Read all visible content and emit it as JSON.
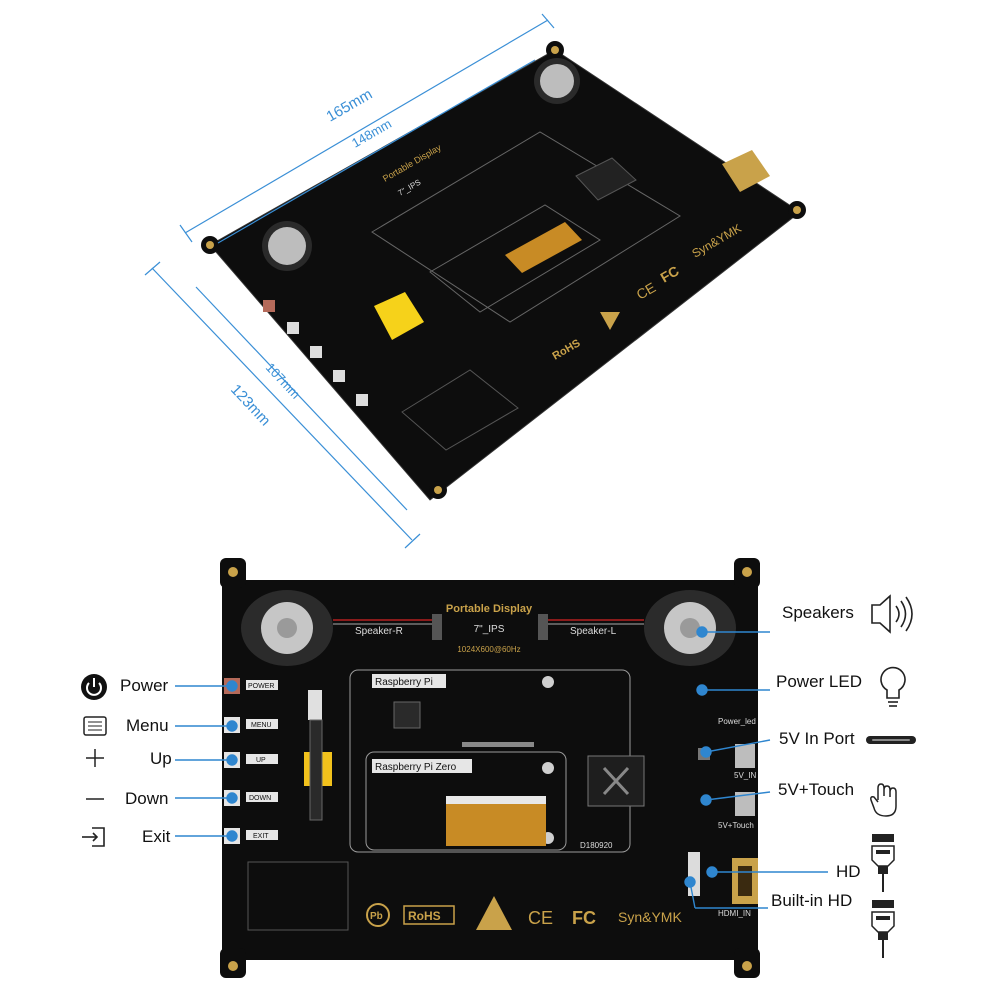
{
  "dimensions": {
    "width_outer": "165mm",
    "width_inner": "148mm",
    "height_outer": "123mm",
    "height_inner": "107mm"
  },
  "board": {
    "title": "Portable Display",
    "model": "7\"_IPS",
    "resolution": "1024X600@60Hz",
    "speaker_r": "Speaker-R",
    "speaker_l": "Speaker-L",
    "rpi": "Raspberry Pi",
    "rpi_zero": "Raspberry Pi Zero",
    "rohs": "RoHS",
    "ce": "CE",
    "fc": "FC",
    "brand": "Syn&YMK",
    "pb": "Pb",
    "code": "D180920",
    "power_led_silk": "Power_led",
    "fivev_in_silk": "5V_IN",
    "fivev_touch_silk": "5V+Touch",
    "hdmi_in_silk": "HDMI_IN",
    "btn_power": "POWER",
    "btn_menu": "MENU",
    "btn_up": "UP",
    "btn_down": "DOWN",
    "btn_exit": "EXIT"
  },
  "left_labels": {
    "power": "Power",
    "menu": "Menu",
    "up": "Up",
    "down": "Down",
    "exit": "Exit"
  },
  "right_labels": {
    "speakers": "Speakers",
    "power_led": "Power LED",
    "fivev_in": "5V In Port",
    "fivev_touch": "5V+Touch",
    "hd": "HD",
    "builtin_hd": "Built-in HD"
  },
  "colors": {
    "board": "#0d0d0d",
    "gold": "#c9a24a",
    "dim_line": "#3a8fd6",
    "callout": "#2f86cf",
    "silk": "#dcdcdc"
  }
}
